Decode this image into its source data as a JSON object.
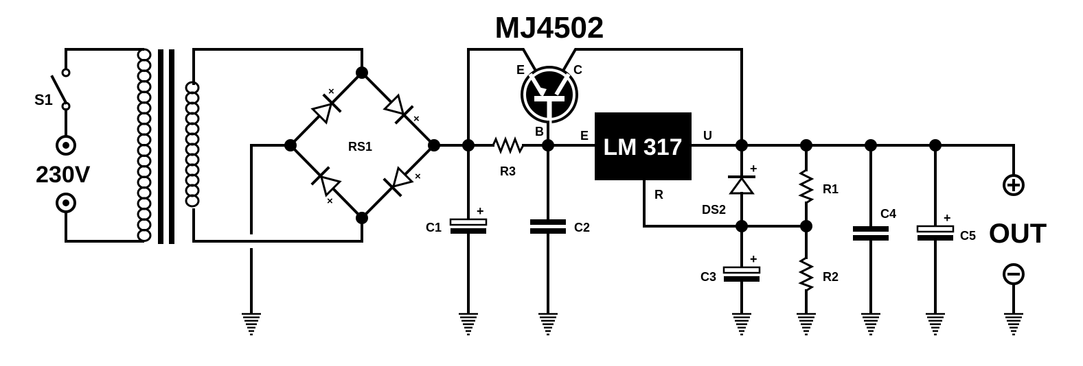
{
  "transistor": {
    "part": "MJ4502",
    "pin_e": "E",
    "pin_c": "C",
    "pin_b": "B"
  },
  "regulator": {
    "part": "LM 317",
    "pin_in": "E",
    "pin_out": "U",
    "pin_adj": "R"
  },
  "switch": "S1",
  "mains": "230V",
  "bridge": "RS1",
  "resistors": {
    "r1": "R1",
    "r2": "R2",
    "r3": "R3"
  },
  "capacitors": {
    "c1": "C1",
    "c2": "C2",
    "c3": "C3",
    "c4": "C4",
    "c5": "C5"
  },
  "diode": "DS2",
  "output": {
    "label": "OUT",
    "plus": "+",
    "minus": "−"
  },
  "polarity": "+",
  "bridge_mark": "×"
}
